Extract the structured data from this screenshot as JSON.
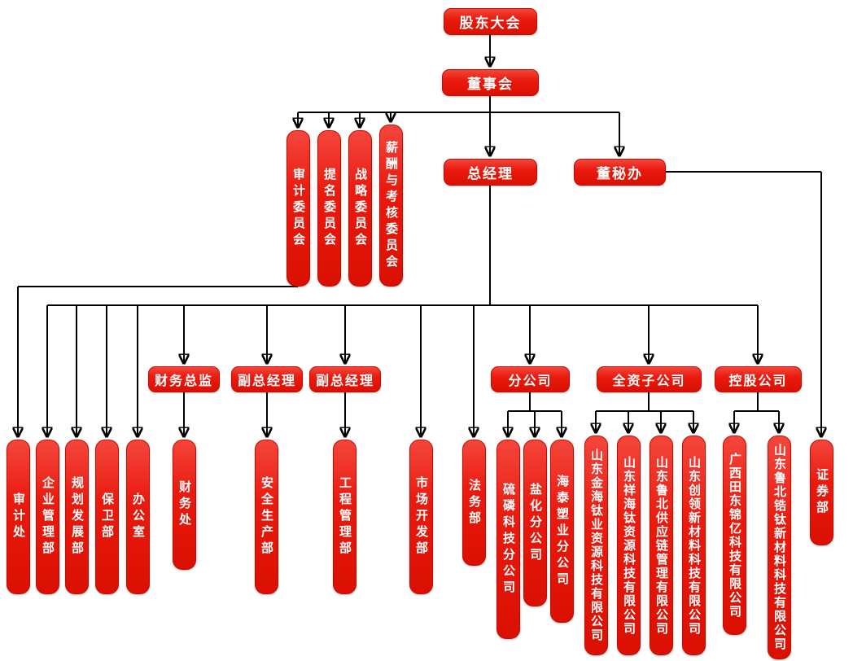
{
  "org": {
    "shareholders": "股东大会",
    "board": "董事会",
    "committees": {
      "audit": "审计委员会",
      "nomination": "提名委员会",
      "strategy": "战略委员会",
      "remuneration": "薪酬与考核委员会"
    },
    "general_manager": "总经理",
    "board_secretary_office": "董秘办",
    "mid": {
      "cfo": "财务总监",
      "deputy_gm_1": "副总经理",
      "deputy_gm_2": "副总经理",
      "branch_companies": "分公司",
      "wholly_owned": "全资子公司",
      "holding": "控股公司"
    },
    "departments": {
      "audit_office": "审计处",
      "enterprise_management": "企业管理部",
      "planning_development": "规划发展部",
      "security": "保卫部",
      "general_office": "办公室",
      "finance_office": "财务处",
      "safety_production": "安全生产部",
      "engineering_management": "工程管理部",
      "market_development": "市场开发部",
      "legal": "法务部",
      "securities": "证券部"
    },
    "branches": {
      "sulfur_phosphorus": "硫磷科技分公司",
      "salt_chemical": "盐化分公司",
      "haitai_plastics": "海泰塑业分公司"
    },
    "subsidiaries": {
      "jinhai_titanium": "山东金海钛业资源科技有限公司",
      "xianghai_titanium": "山东祥海钛资源科技有限公司",
      "lubei_supply_chain": "山东鲁北供应链管理有限公司",
      "chuangling_materials": "山东创领新材料科技有限公司"
    },
    "holdings": {
      "guangxi_tiandong_jinyi": "广西田东锦亿科技有限公司",
      "lubei_zirconium_titanium": "山东鲁北锆钛新材料科技有限公司"
    }
  },
  "colors": {
    "node_fill": "#e8150b",
    "node_text": "#ffffff",
    "connector": "#000000",
    "background": "#ffffff"
  }
}
